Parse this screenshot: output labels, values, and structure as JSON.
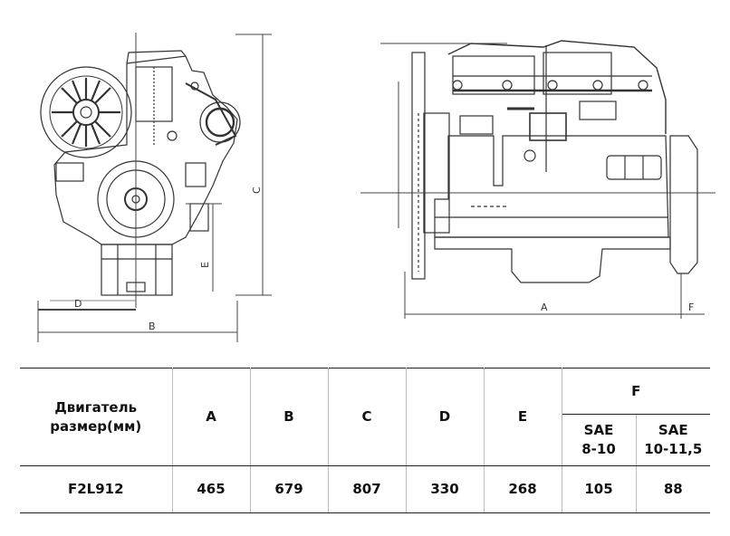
{
  "drawing_labels": {
    "front": {
      "b": "B",
      "c": "C",
      "d": "D",
      "e": "E"
    },
    "side": {
      "a": "A",
      "f": "F"
    }
  },
  "table": {
    "engine_header_line1": "Двигатель",
    "engine_header_line2": "размер(мм)",
    "col_a": "A",
    "col_b": "B",
    "col_c": "C",
    "col_d": "D",
    "col_e": "E",
    "col_f": "F",
    "sae1_line1": "SAE",
    "sae1_line2": "8-10",
    "sae2_line1": "SAE",
    "sae2_line2": "10-11,5",
    "row": {
      "engine": "F2L912",
      "a": "465",
      "b": "679",
      "c": "807",
      "d": "330",
      "e": "268",
      "f1": "105",
      "f2": "88"
    }
  }
}
